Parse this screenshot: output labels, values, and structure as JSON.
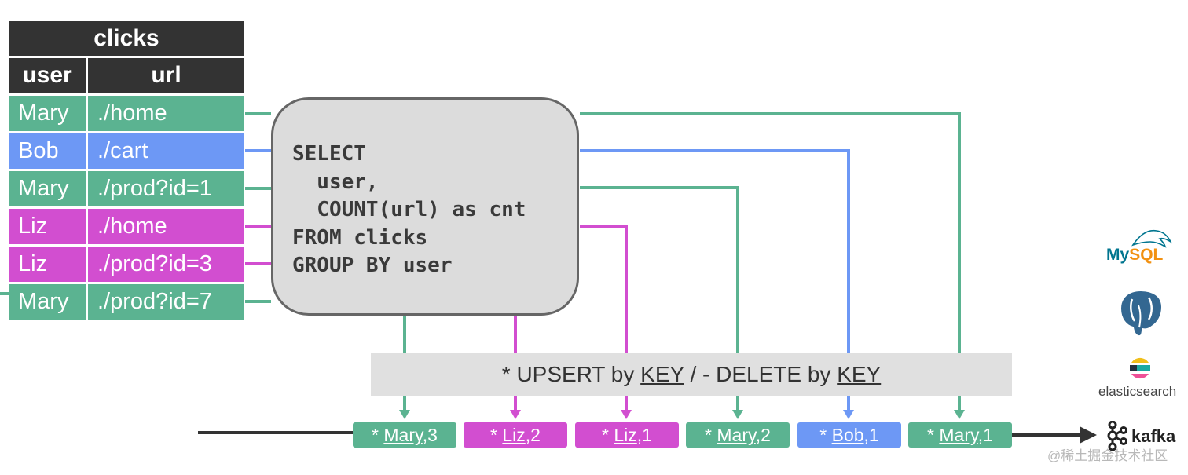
{
  "table": {
    "title": "clicks",
    "headers": [
      "user",
      "url"
    ],
    "rows": [
      {
        "user": "Mary",
        "url": "./home",
        "color": "#5bb391"
      },
      {
        "user": "Bob",
        "url": "./cart",
        "color": "#6d98f5"
      },
      {
        "user": "Mary",
        "url": "./prod?id=1",
        "color": "#5bb391"
      },
      {
        "user": "Liz",
        "url": "./home",
        "color": "#d24ed0"
      },
      {
        "user": "Liz",
        "url": "./prod?id=3",
        "color": "#d24ed0"
      },
      {
        "user": "Mary",
        "url": "./prod?id=7",
        "color": "#5bb391"
      }
    ]
  },
  "query": {
    "lines": [
      "SELECT",
      "  user,",
      "  COUNT(url) as cnt",
      "FROM clicks",
      "GROUP BY user"
    ]
  },
  "banner": {
    "part1": "* UPSERT by ",
    "key1": "KEY",
    "part2": " / - DELETE by ",
    "key2": "KEY"
  },
  "results": [
    {
      "prefix": "* ",
      "user": "Mary",
      "count": ",3",
      "color": "#5bb391"
    },
    {
      "prefix": "* ",
      "user": "Liz",
      "count": ",2",
      "color": "#d24ed0"
    },
    {
      "prefix": "* ",
      "user": "Liz",
      "count": ",1",
      "color": "#d24ed0"
    },
    {
      "prefix": "* ",
      "user": "Mary",
      "count": ",2",
      "color": "#5bb391"
    },
    {
      "prefix": "* ",
      "user": "Bob",
      "count": ",1",
      "color": "#6d98f5"
    },
    {
      "prefix": "* ",
      "user": "Mary",
      "count": ",1",
      "color": "#5bb391"
    }
  ],
  "sinks": {
    "mysql_a": "My",
    "mysql_b": "SQL",
    "postgres_icon": "postgresql-elephant-icon",
    "elasticsearch": "elasticsearch",
    "kafka": "kafka"
  },
  "watermark": "@稀土掘金技术社区",
  "colors": {
    "green": "#5bb391",
    "blue": "#6d98f5",
    "magenta": "#d24ed0",
    "dark": "#333333"
  }
}
